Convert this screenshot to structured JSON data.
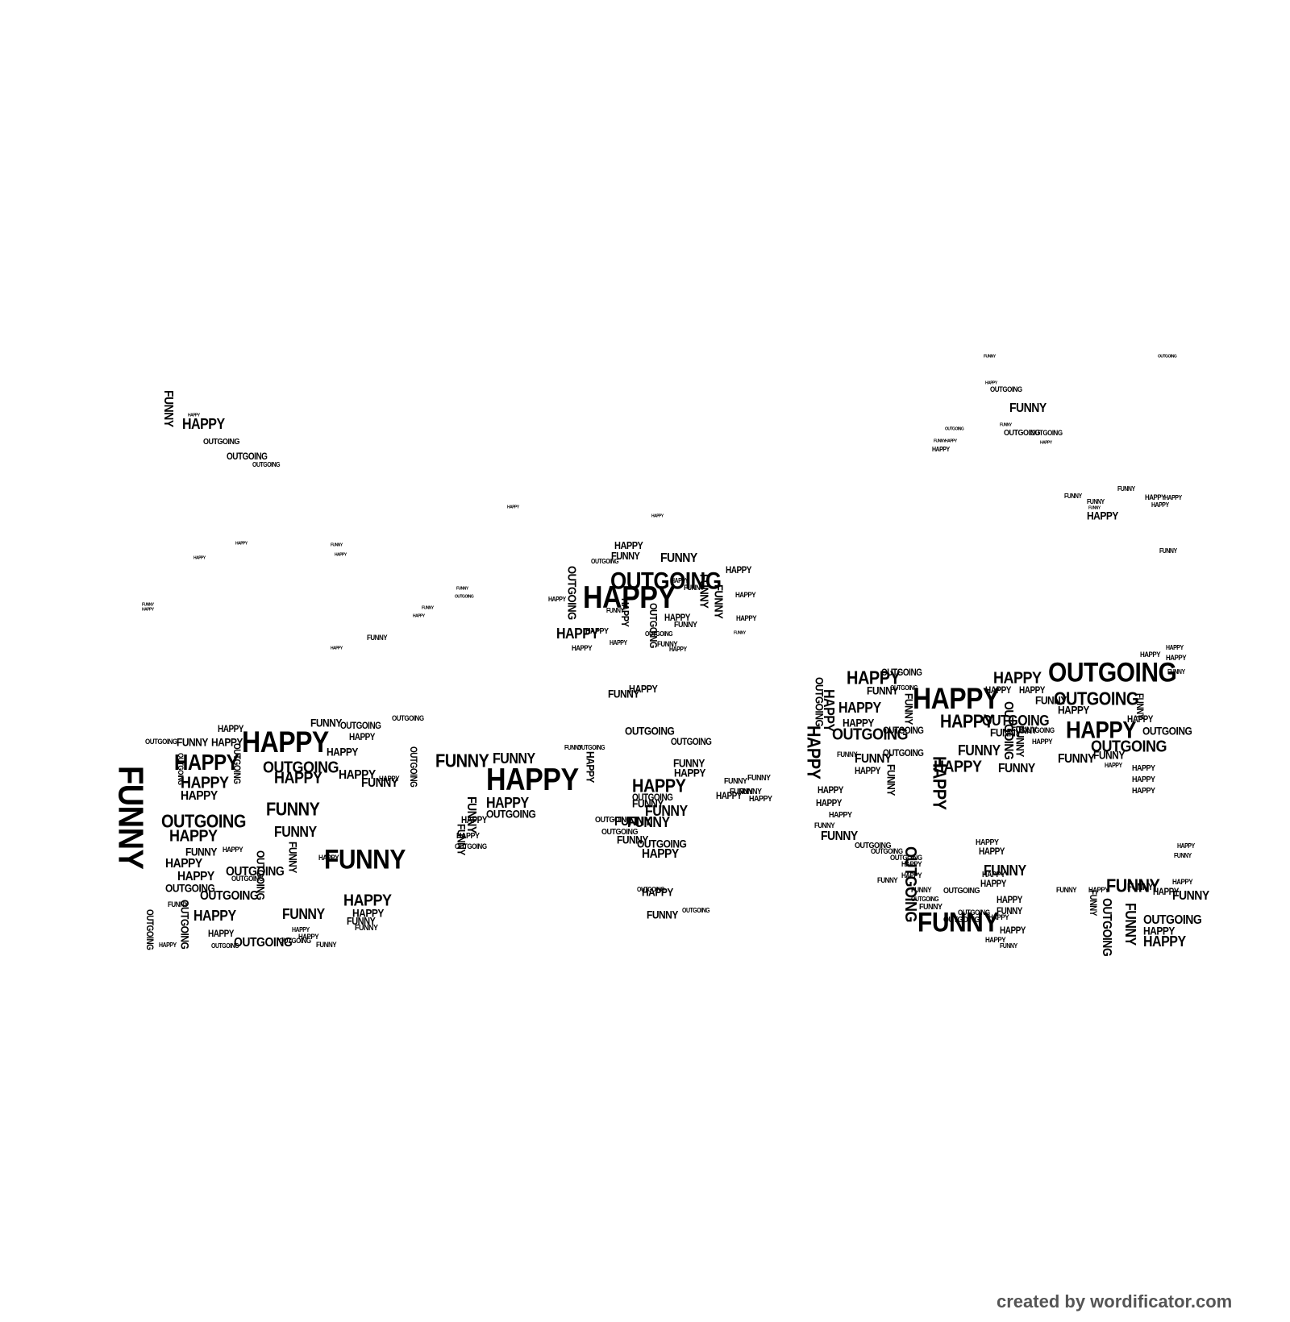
{
  "words": [
    "HAPPY",
    "FUNNY",
    "OUTGOING"
  ],
  "credit": "created by wordificator.com",
  "colors": {
    "background": "#ffffff",
    "text": "#000000",
    "credit": "#555555"
  }
}
